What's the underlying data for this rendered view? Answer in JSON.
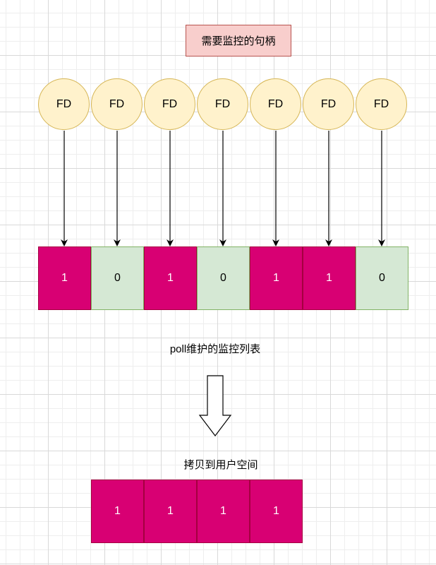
{
  "title_box": "需要监控的句柄",
  "handles": [
    "FD",
    "FD",
    "FD",
    "FD",
    "FD",
    "FD",
    "FD"
  ],
  "poll_list": {
    "label": "poll维护的监控列表",
    "values": [
      "1",
      "0",
      "1",
      "0",
      "1",
      "1",
      "0"
    ]
  },
  "user_space": {
    "label": "拷贝到用户空间",
    "values": [
      "1",
      "1",
      "1",
      "1"
    ]
  },
  "colors": {
    "handle_fill": "#fff2cc",
    "handle_stroke": "#d6b656",
    "set_fill": "#d80073",
    "unset_fill": "#d5e8d4",
    "title_fill": "#f8cecc"
  }
}
